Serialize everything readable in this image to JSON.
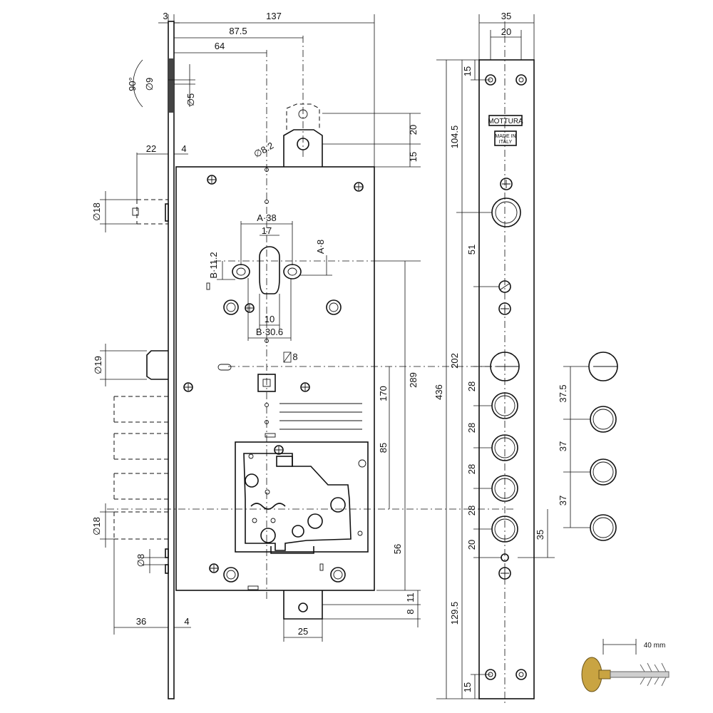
{
  "dims": {
    "d3": "3",
    "d137": "137",
    "d87_5": "87.5",
    "d64": "64",
    "d90": "90°",
    "dia9": "∅9",
    "dia5": "∅5",
    "d20_top": "20",
    "dia8_2": "∅8.2",
    "d15_mid": "15",
    "d22": "22",
    "d4_top": "4",
    "dia18_top": "∅18",
    "a38": "A·38",
    "d17": "17",
    "a8": "A·8",
    "b11_2": "B·11.2",
    "d10": "10",
    "b30_6": "B·30.6",
    "sq8": "8",
    "dia19": "∅19",
    "d170": "170",
    "d289": "289",
    "d85": "85",
    "d56": "56",
    "dia18_bot": "∅18",
    "dia8_bot": "∅8",
    "d36": "36",
    "d4_bot": "4",
    "d25": "25",
    "d11": "11",
    "d8_right": "8",
    "d35_top": "35",
    "d20_plate": "20",
    "d15_plate_top": "15",
    "d104_5": "104.5",
    "d51": "51",
    "d436": "436",
    "d202": "202",
    "d28a": "28",
    "d28b": "28",
    "d28c": "28",
    "d28d": "28",
    "d20_plate_low": "20",
    "d35_right": "35",
    "d129_5": "129.5",
    "d15_plate_bot": "15",
    "d37_5": "37.5",
    "d37a": "37",
    "d37b": "37",
    "d40mm": "40 mm"
  },
  "plate": {
    "brand": "MOTTURA",
    "made_in": "MADE IN",
    "country": "ITALY"
  }
}
